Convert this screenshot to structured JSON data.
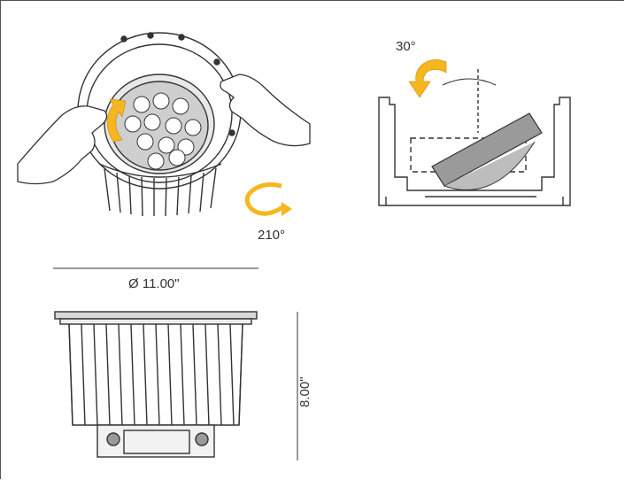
{
  "labels": {
    "tilt_angle": "30°",
    "rotation_angle": "210°",
    "diameter": "Ø 11.00\"",
    "height": "8.00\""
  },
  "colors": {
    "arrow": "#f5b620",
    "line": "#333333",
    "shade": "#9a9a9a"
  },
  "icons": {
    "rotate_arrow": "curved-arrow-icon",
    "tilt_arrow": "curved-arrow-icon"
  }
}
